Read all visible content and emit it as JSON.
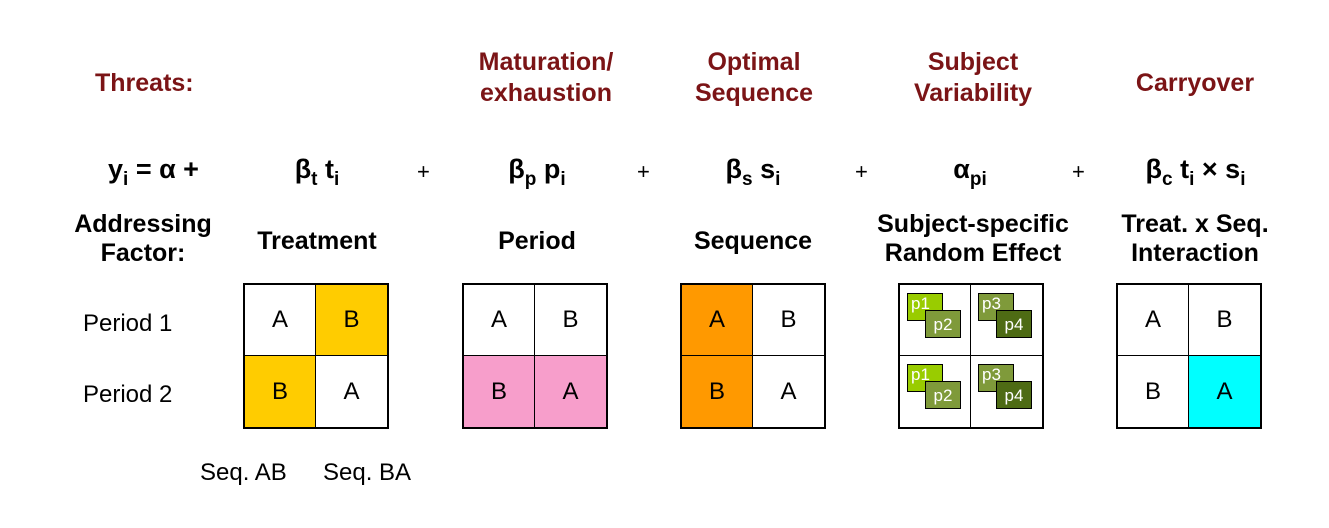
{
  "threats": {
    "heading": "Threats:",
    "items": [
      [
        "Maturation/",
        "exhaustion"
      ],
      [
        "Optimal",
        "Sequence"
      ],
      [
        "Subject",
        "Variability"
      ],
      [
        "Carryover"
      ]
    ]
  },
  "equation": {
    "lhs": {
      "base": "y",
      "sub": "i",
      "rest": " = α +"
    },
    "plus": "+",
    "terms": [
      {
        "coef": "β",
        "coef_sub": "t",
        "var": "t",
        "var_sub": "i",
        "tail": ""
      },
      {
        "coef": "β",
        "coef_sub": "p",
        "var": "p",
        "var_sub": "i",
        "tail": ""
      },
      {
        "coef": "β",
        "coef_sub": "s",
        "var": "s",
        "var_sub": "i",
        "tail": ""
      },
      {
        "coef": "α",
        "coef_sub": "pi",
        "var": "",
        "var_sub": "",
        "tail": ""
      },
      {
        "coef": "β",
        "coef_sub": "c",
        "var": "t",
        "var_sub": "i",
        "tail": " × s",
        "tail_sub": "i"
      }
    ]
  },
  "factors": {
    "heading": [
      "Addressing",
      "Factor:"
    ],
    "items": [
      [
        "Treatment"
      ],
      [
        "Period"
      ],
      [
        "Sequence"
      ],
      [
        "Subject-specific",
        "Random Effect"
      ],
      [
        "Treat. x Seq.",
        "Interaction"
      ]
    ]
  },
  "periods": [
    "Period 1",
    "Period 2"
  ],
  "sequences": [
    "Seq. AB",
    "Seq. BA"
  ],
  "colors": {
    "threat": "#7b1416",
    "treatment": "#ffcc00",
    "period": "#f79ecb",
    "sequence": "#ff9900",
    "interaction": "#00ffff",
    "subject_light": "#99cc00",
    "subject_mid": "#7f9a3a",
    "subject_dark": "#4e6b14"
  },
  "grids": [
    {
      "cells": [
        [
          "A",
          "B"
        ],
        [
          "B",
          "A"
        ]
      ],
      "fills": [
        [
          "#ffffff",
          "#ffcc00"
        ],
        [
          "#ffcc00",
          "#ffffff"
        ]
      ]
    },
    {
      "cells": [
        [
          "A",
          "B"
        ],
        [
          "B",
          "A"
        ]
      ],
      "fills": [
        [
          "#ffffff",
          "#ffffff"
        ],
        [
          "#f79ecb",
          "#f79ecb"
        ]
      ]
    },
    {
      "cells": [
        [
          "A",
          "B"
        ],
        [
          "B",
          "A"
        ]
      ],
      "fills": [
        [
          "#ff9900",
          "#ffffff"
        ],
        [
          "#ff9900",
          "#ffffff"
        ]
      ]
    },
    {
      "subject": true,
      "cells": [
        [
          [
            "p1",
            "p2"
          ],
          [
            "p3",
            "p4"
          ]
        ],
        [
          [
            "p1",
            "p2"
          ],
          [
            "p3",
            "p4"
          ]
        ]
      ]
    },
    {
      "cells": [
        [
          "A",
          "B"
        ],
        [
          "B",
          "A"
        ]
      ],
      "fills": [
        [
          "#ffffff",
          "#ffffff"
        ],
        [
          "#ffffff",
          "#00ffff"
        ]
      ]
    }
  ]
}
